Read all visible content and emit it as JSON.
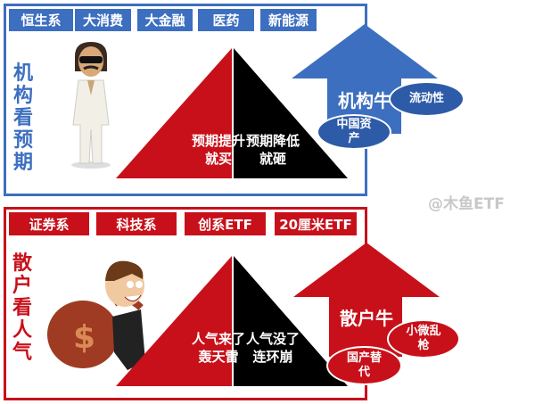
{
  "top": {
    "color": "#3d6fc0",
    "tabs": [
      "恒生系",
      "大消费",
      "大金融",
      "医药",
      "新能源"
    ],
    "side_title": [
      "机",
      "构",
      "看",
      "预",
      "期"
    ],
    "triangle_left": "预期提升就买",
    "triangle_right": "预期降低就砸",
    "arrow_label": "机构牛",
    "bubble_1": "流动性",
    "bubble_2": "中国资产"
  },
  "bottom": {
    "color": "#c8101a",
    "tabs": [
      "证券系",
      "科技系",
      "创系ETF",
      "20厘米ETF"
    ],
    "side_title": [
      "散",
      "户",
      "看",
      "人",
      "气"
    ],
    "triangle_left": "人气来了轰天雷",
    "triangle_right": "人气没了连环崩",
    "arrow_label": "散户牛",
    "bubble_1": "小微乱枪",
    "bubble_2": "国产替代"
  },
  "watermark": "@木鱼ETF"
}
